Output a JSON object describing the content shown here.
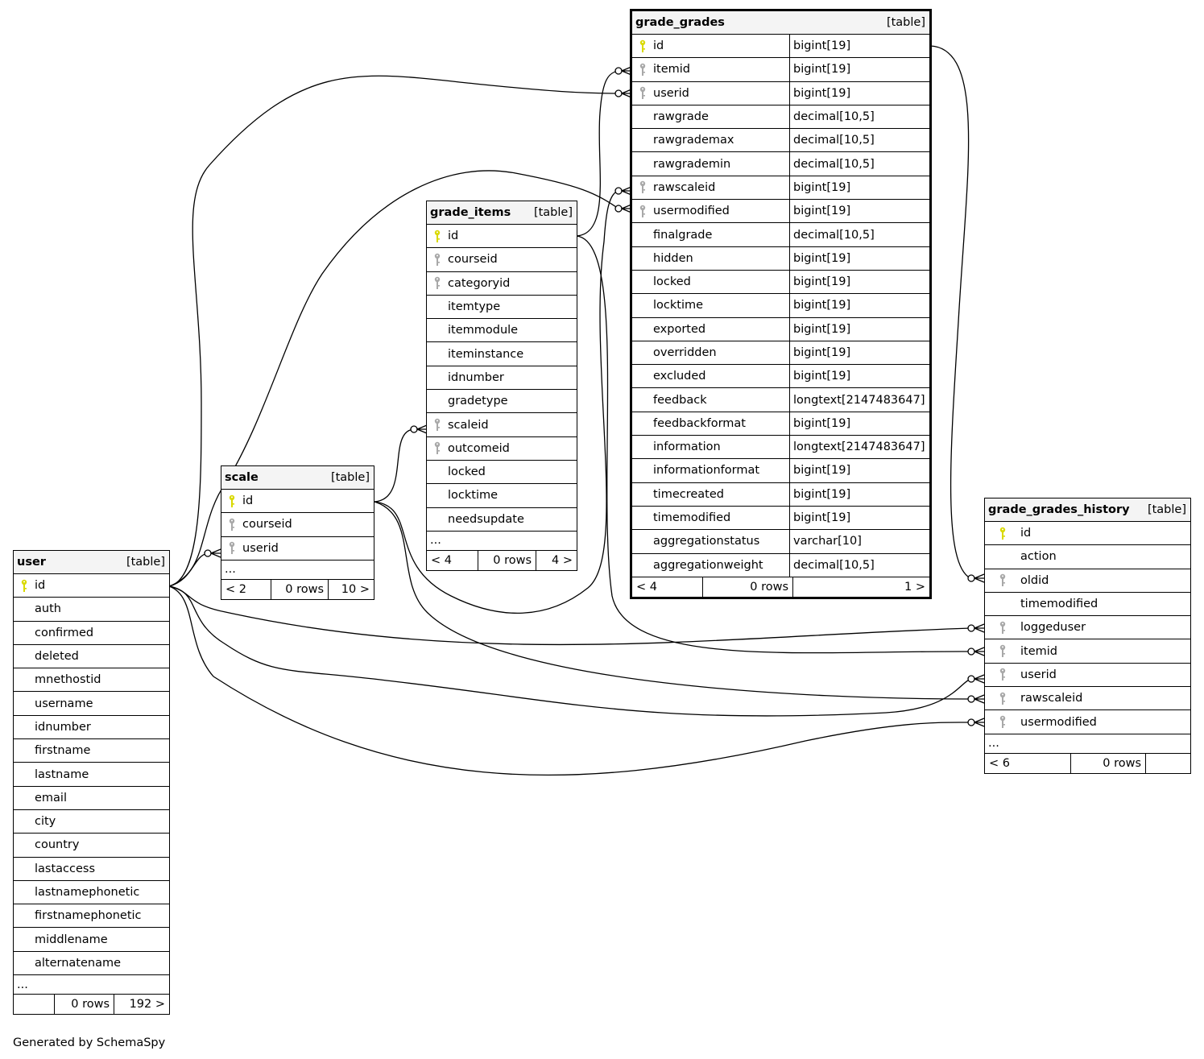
{
  "generator_note": "Generated by SchemaSpy",
  "colors": {
    "primary_key": "#d9d900",
    "foreign_key": "#a8a8a8",
    "header_bg": "#f4f4f4"
  },
  "tables": {
    "grade_grades": {
      "name": "grade_grades",
      "kind": "[table]",
      "columns": [
        {
          "name": "id",
          "type": "bigint[19]",
          "key": "pk-icon"
        },
        {
          "name": "itemid",
          "type": "bigint[19]",
          "key": "fk-icon"
        },
        {
          "name": "userid",
          "type": "bigint[19]",
          "key": "fk-icon"
        },
        {
          "name": "rawgrade",
          "type": "decimal[10,5]",
          "key": ""
        },
        {
          "name": "rawgrademax",
          "type": "decimal[10,5]",
          "key": ""
        },
        {
          "name": "rawgrademin",
          "type": "decimal[10,5]",
          "key": ""
        },
        {
          "name": "rawscaleid",
          "type": "bigint[19]",
          "key": "fk-icon"
        },
        {
          "name": "usermodified",
          "type": "bigint[19]",
          "key": "fk-icon"
        },
        {
          "name": "finalgrade",
          "type": "decimal[10,5]",
          "key": ""
        },
        {
          "name": "hidden",
          "type": "bigint[19]",
          "key": ""
        },
        {
          "name": "locked",
          "type": "bigint[19]",
          "key": ""
        },
        {
          "name": "locktime",
          "type": "bigint[19]",
          "key": ""
        },
        {
          "name": "exported",
          "type": "bigint[19]",
          "key": ""
        },
        {
          "name": "overridden",
          "type": "bigint[19]",
          "key": ""
        },
        {
          "name": "excluded",
          "type": "bigint[19]",
          "key": ""
        },
        {
          "name": "feedback",
          "type": "longtext[2147483647]",
          "key": ""
        },
        {
          "name": "feedbackformat",
          "type": "bigint[19]",
          "key": ""
        },
        {
          "name": "information",
          "type": "longtext[2147483647]",
          "key": ""
        },
        {
          "name": "informationformat",
          "type": "bigint[19]",
          "key": ""
        },
        {
          "name": "timecreated",
          "type": "bigint[19]",
          "key": ""
        },
        {
          "name": "timemodified",
          "type": "bigint[19]",
          "key": ""
        },
        {
          "name": "aggregationstatus",
          "type": "varchar[10]",
          "key": ""
        },
        {
          "name": "aggregationweight",
          "type": "decimal[10,5]",
          "key": ""
        }
      ],
      "more": "",
      "footer": [
        "< 4",
        "0 rows",
        "1 >"
      ]
    },
    "grade_items": {
      "name": "grade_items",
      "kind": "[table]",
      "columns": [
        {
          "name": "id",
          "key": "pk-icon"
        },
        {
          "name": "courseid",
          "key": "fk-icon"
        },
        {
          "name": "categoryid",
          "key": "fk-icon"
        },
        {
          "name": "itemtype",
          "key": ""
        },
        {
          "name": "itemmodule",
          "key": ""
        },
        {
          "name": "iteminstance",
          "key": ""
        },
        {
          "name": "idnumber",
          "key": ""
        },
        {
          "name": "gradetype",
          "key": ""
        },
        {
          "name": "scaleid",
          "key": "fk-icon"
        },
        {
          "name": "outcomeid",
          "key": "fk-icon"
        },
        {
          "name": "locked",
          "key": ""
        },
        {
          "name": "locktime",
          "key": ""
        },
        {
          "name": "needsupdate",
          "key": ""
        }
      ],
      "more": "...",
      "footer": [
        "< 4",
        "0 rows",
        "4 >"
      ]
    },
    "scale": {
      "name": "scale",
      "kind": "[table]",
      "columns": [
        {
          "name": "id",
          "key": "pk-icon"
        },
        {
          "name": "courseid",
          "key": "fk-icon"
        },
        {
          "name": "userid",
          "key": "fk-icon"
        }
      ],
      "more": "...",
      "footer": [
        "< 2",
        "0 rows",
        "10 >"
      ]
    },
    "user": {
      "name": "user",
      "kind": "[table]",
      "columns": [
        {
          "name": "id",
          "key": "pk-icon"
        },
        {
          "name": "auth",
          "key": ""
        },
        {
          "name": "confirmed",
          "key": ""
        },
        {
          "name": "deleted",
          "key": ""
        },
        {
          "name": "mnethostid",
          "key": ""
        },
        {
          "name": "username",
          "key": ""
        },
        {
          "name": "idnumber",
          "key": ""
        },
        {
          "name": "firstname",
          "key": ""
        },
        {
          "name": "lastname",
          "key": ""
        },
        {
          "name": "email",
          "key": ""
        },
        {
          "name": "city",
          "key": ""
        },
        {
          "name": "country",
          "key": ""
        },
        {
          "name": "lastaccess",
          "key": ""
        },
        {
          "name": "lastnamephonetic",
          "key": ""
        },
        {
          "name": "firstnamephonetic",
          "key": ""
        },
        {
          "name": "middlename",
          "key": ""
        },
        {
          "name": "alternatename",
          "key": ""
        }
      ],
      "more": "...",
      "footer": [
        "",
        "0 rows",
        "192 >"
      ]
    },
    "grade_grades_history": {
      "name": "grade_grades_history",
      "kind": "[table]",
      "columns": [
        {
          "name": "id",
          "key": "pk-icon"
        },
        {
          "name": "action",
          "key": ""
        },
        {
          "name": "oldid",
          "key": "fk-icon"
        },
        {
          "name": "timemodified",
          "key": ""
        },
        {
          "name": "loggeduser",
          "key": "fk-icon"
        },
        {
          "name": "itemid",
          "key": "fk-icon"
        },
        {
          "name": "userid",
          "key": "fk-icon"
        },
        {
          "name": "rawscaleid",
          "key": "fk-icon"
        },
        {
          "name": "usermodified",
          "key": "fk-icon"
        }
      ],
      "more": "...",
      "footer": [
        "< 6",
        "0 rows",
        ""
      ]
    }
  }
}
